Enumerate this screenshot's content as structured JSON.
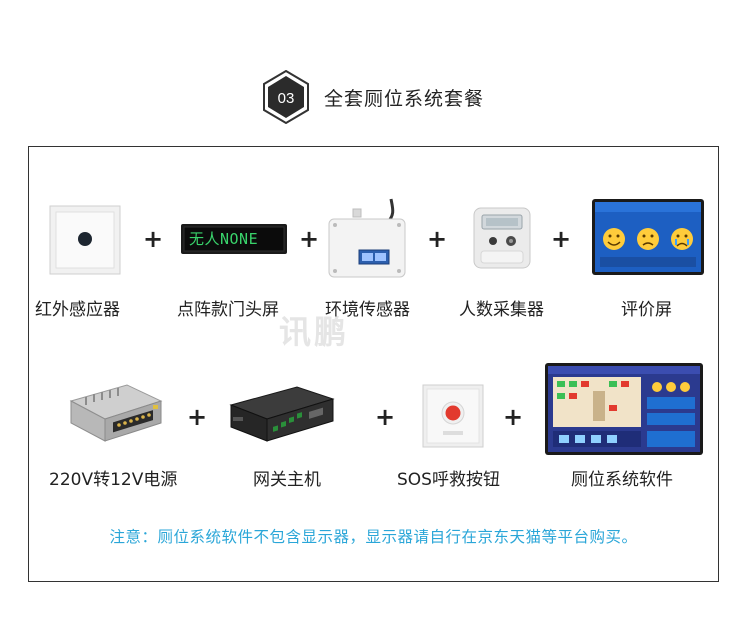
{
  "header": {
    "number": "03",
    "title": "全套厕位系统套餐"
  },
  "watermark": "讯鹏",
  "row1": [
    {
      "label": "红外感应器"
    },
    {
      "label": "点阵款门头屏",
      "display_text": "无人NONE"
    },
    {
      "label": "环境传感器"
    },
    {
      "label": "人数采集器"
    },
    {
      "label": "评价屏"
    }
  ],
  "row2": [
    {
      "label": "220V转12V电源"
    },
    {
      "label": "网关主机"
    },
    {
      "label": "SOS呼救按钮"
    },
    {
      "label": "厕位系统软件"
    }
  ],
  "plus_sign": "+",
  "note": "注意：厕位系统软件不包含显示器，显示器请自行在京东天猫等平台购买。",
  "colors": {
    "accent_blue": "#2aa6d8",
    "led_green": "#39d36b",
    "sos_red": "#e23a2e"
  }
}
